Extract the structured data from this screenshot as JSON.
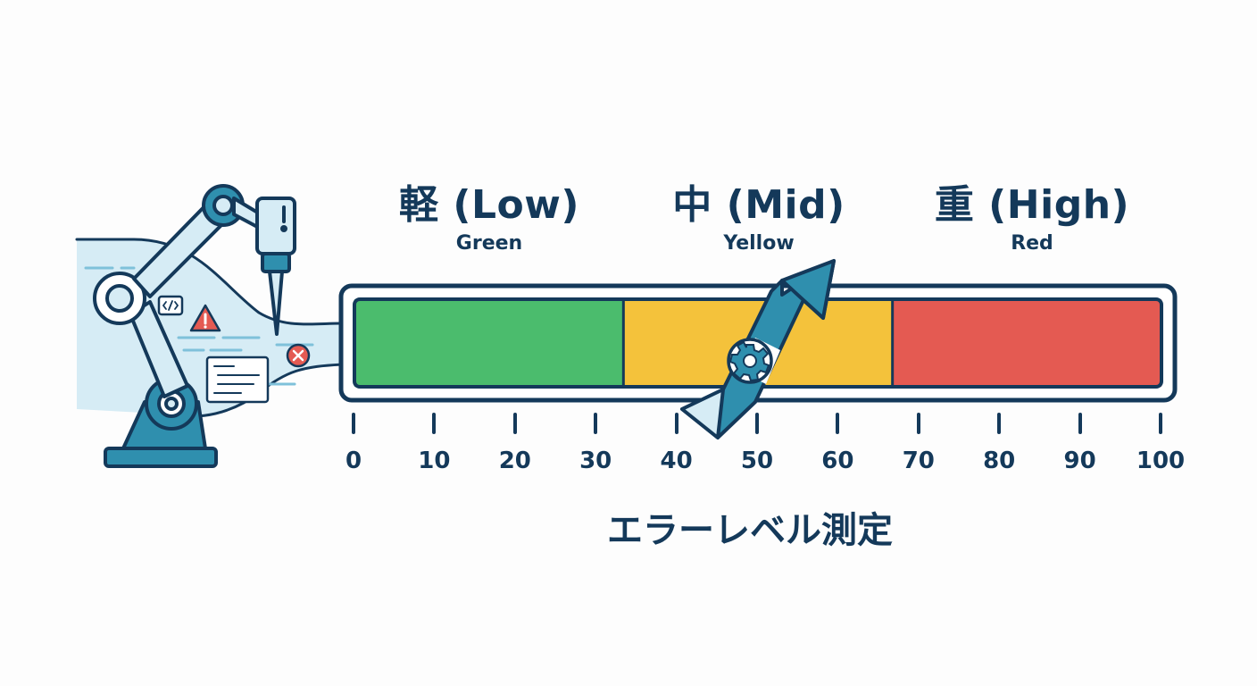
{
  "zones": [
    {
      "title": "軽 (Low)",
      "sub": "Green",
      "color": "#4bbc6d"
    },
    {
      "title": "中 (Mid)",
      "sub": "Yellow",
      "color": "#f4c23b"
    },
    {
      "title": "重 (High)",
      "sub": "Red",
      "color": "#e45a52"
    }
  ],
  "scale": {
    "ticks": [
      "0",
      "10",
      "20",
      "30",
      "40",
      "50",
      "60",
      "70",
      "80",
      "90",
      "100"
    ]
  },
  "caption": "エラーレベル測定",
  "colors": {
    "outline": "#14395a",
    "accent": "#2f8fae",
    "light_accent": "#d6ecf5",
    "warning": "#e45a52"
  },
  "icons": [
    "robot-arm-icon",
    "code-icon",
    "warning-icon",
    "error-icon",
    "gear-icon",
    "needle-pointer-icon"
  ]
}
